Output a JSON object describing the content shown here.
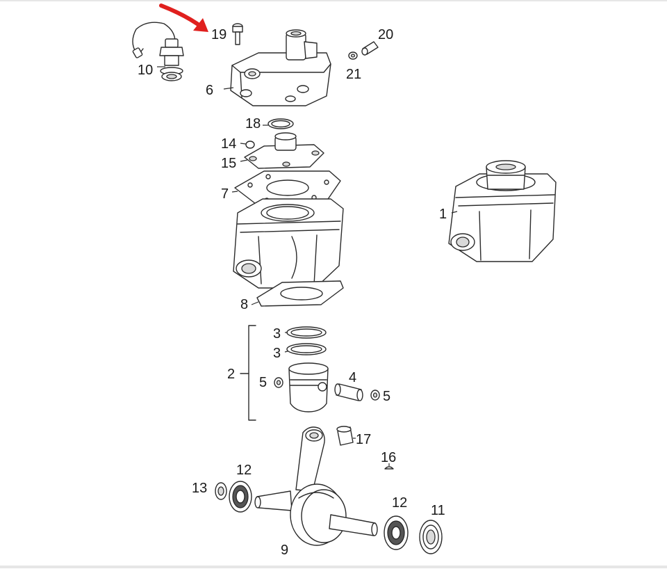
{
  "diagram": {
    "arrow_color": "#e0201e",
    "parts": [
      {
        "label": "19"
      },
      {
        "label": "20"
      },
      {
        "label": "10"
      },
      {
        "label": "21"
      },
      {
        "label": "6"
      },
      {
        "label": "18"
      },
      {
        "label": "14"
      },
      {
        "label": "15"
      },
      {
        "label": "7"
      },
      {
        "label": "1"
      },
      {
        "label": "8"
      },
      {
        "label": "3"
      },
      {
        "label": "3"
      },
      {
        "label": "2"
      },
      {
        "label": "5"
      },
      {
        "label": "4"
      },
      {
        "label": "5"
      },
      {
        "label": "17"
      },
      {
        "label": "16"
      },
      {
        "label": "12"
      },
      {
        "label": "13"
      },
      {
        "label": "12"
      },
      {
        "label": "11"
      },
      {
        "label": "9"
      }
    ]
  }
}
